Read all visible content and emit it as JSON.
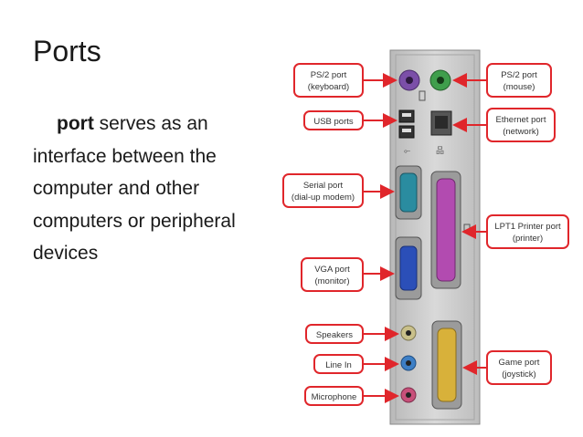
{
  "slide": {
    "title": "Ports",
    "body_term": "port",
    "body_line1": " serves as an",
    "body_line2": "interface between the",
    "body_line3": "computer and other",
    "body_line4": "computers or peripheral",
    "body_line5": "devices"
  },
  "diagram": {
    "labels": {
      "ps2_keyboard_1": "PS/2 port",
      "ps2_keyboard_2": "(keyboard)",
      "usb": "USB ports",
      "serial_1": "Serial port",
      "serial_2": "(dial-up modem)",
      "vga_1": "VGA port",
      "vga_2": "(monitor)",
      "speakers": "Speakers",
      "line_in": "Line In",
      "microphone": "Microphone",
      "ps2_mouse_1": "PS/2 port",
      "ps2_mouse_2": "(mouse)",
      "ethernet_1": "Ethernet port",
      "ethernet_2": "(network)",
      "lpt1_1": "LPT1 Printer port",
      "lpt1_2": "(printer)",
      "game_1": "Game port",
      "game_2": "(joystick)"
    },
    "colors": {
      "label_border": "#e0262b",
      "arrow": "#e0262b",
      "panel": "#c8c8c8",
      "keyboard_port": "#7b4fa8",
      "mouse_port": "#3f9e4c",
      "serial_port": "#2a8ca0",
      "vga_port": "#2b4fb8",
      "lpt_port": "#b24bb0",
      "game_port": "#d8b13a",
      "speakers_jack": "#c9c08a",
      "line_in_jack": "#3d7fc6",
      "mic_jack": "#c8507a"
    }
  }
}
